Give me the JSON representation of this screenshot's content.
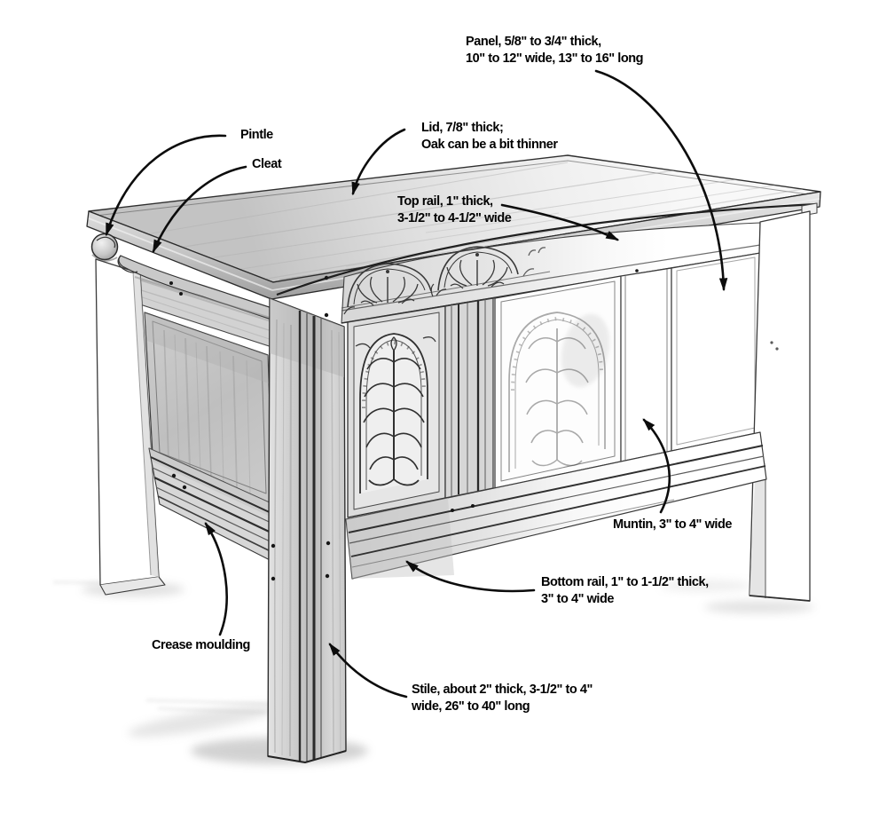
{
  "figure": {
    "background_color": "#ffffff",
    "ink_color": "#1a1a1a",
    "arrow_color": "#0c0c0c",
    "shading_light": "#e6e6e6",
    "shading_mid": "#c0c0c0"
  },
  "callouts": {
    "panel": "Panel, 5/8\" to 3/4\" thick,\n10\" to 12\" wide, 13\" to 16\" long",
    "lid": "Lid, 7/8\" thick;\nOak can be a bit thinner",
    "pintle": "Pintle",
    "cleat": "Cleat",
    "top_rail": "Top rail, 1\" thick,\n3-1/2\" to 4-1/2\" wide",
    "muntin": "Muntin, 3\" to 4\" wide",
    "bottom_rail": "Bottom rail, 1\" to 1-1/2\" thick,\n3\" to 4\" wide",
    "crease_moulding": "Crease moulding",
    "stile": "Stile, about 2\" thick, 3-1/2\" to 4\"\nwide, 26\" to 40\" long"
  }
}
